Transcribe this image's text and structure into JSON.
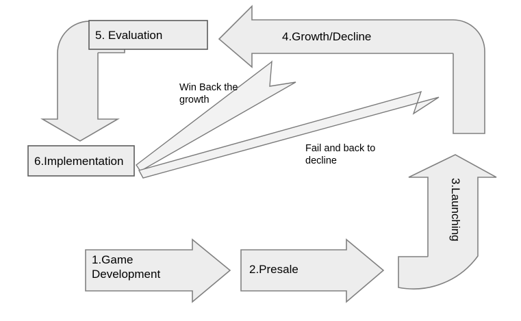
{
  "diagram": {
    "title": "Game lifecycle flowchart",
    "colors": {
      "shape_fill": "#ededed",
      "shape_stroke": "#808080",
      "box_stroke": "#5b5b5b",
      "thin_arrow_fill": "#f2f2f2",
      "thin_arrow_stroke": "#7a7a7a",
      "text": "#000000",
      "background": "#ffffff"
    },
    "nodes": [
      {
        "id": "step1",
        "label": "1.Game\nDevelopment",
        "shape": "right-arrow",
        "name": "node-game-development"
      },
      {
        "id": "step2",
        "label": "2.Presale",
        "shape": "right-arrow",
        "name": "node-presale"
      },
      {
        "id": "step3",
        "label": "3.Launching",
        "shape": "curved-up-arrow",
        "rotation": 90,
        "name": "node-launching"
      },
      {
        "id": "step4",
        "label": "4.Growth/Decline",
        "shape": "curved-left-arrow",
        "name": "node-growth-decline"
      },
      {
        "id": "step5",
        "label": "5. Evaluation",
        "shape": "rectangle",
        "name": "node-evaluation"
      },
      {
        "id": "step6",
        "label": "6.Implementation",
        "shape": "rectangle",
        "name": "node-implementation"
      }
    ],
    "connectors": [
      {
        "id": "conn-eval-impl",
        "label": "",
        "shape": "curved-down-arrow",
        "from": "step5",
        "to": "step6",
        "name": "connector-evaluation-to-implementation"
      },
      {
        "id": "conn-winback",
        "label": "Win Back the\ngrowth",
        "from": "step6",
        "to": "step4",
        "name": "connector-win-back-the-growth"
      },
      {
        "id": "conn-fail",
        "label": "Fail and back to\ndecline",
        "from": "step6",
        "to": "step4",
        "name": "connector-fail-and-back-to-decline"
      }
    ]
  }
}
